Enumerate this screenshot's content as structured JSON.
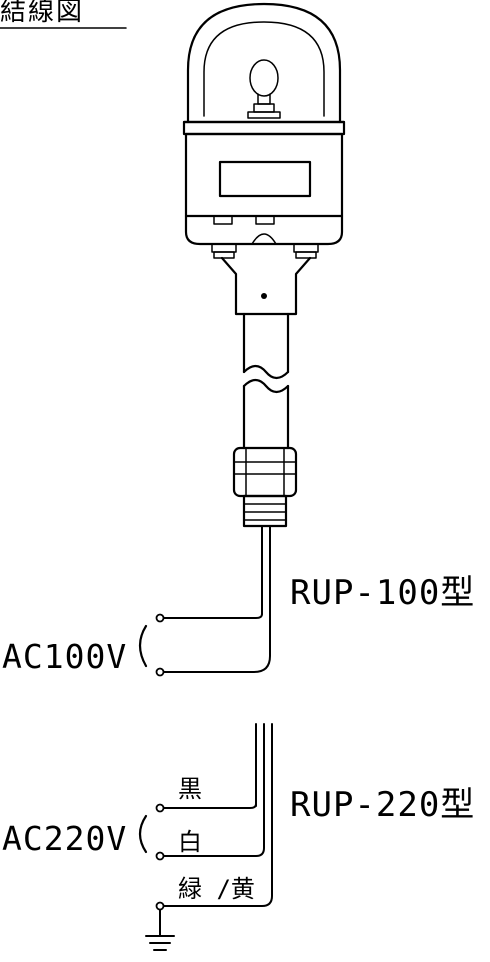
{
  "title": "結線図",
  "models": {
    "rup100": {
      "label": "RUP-100型",
      "supply": "AC100V"
    },
    "rup220": {
      "label": "RUP-220型",
      "supply": "AC220V"
    }
  },
  "wires": {
    "black": "黒",
    "white": "白",
    "green_yellow": "緑 /黄"
  },
  "symbols": {
    "ground": "ground-icon",
    "lamp": "rotating-warning-lamp-icon"
  }
}
